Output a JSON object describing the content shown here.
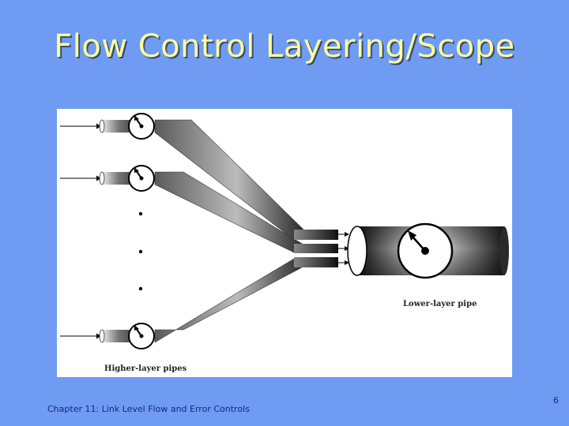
{
  "slide": {
    "title": "Flow Control Layering/Scope",
    "footer": "Chapter 11: Link Level Flow and Error Controls",
    "page_number": "6"
  },
  "diagram": {
    "lower_label": "Lower-layer pipe",
    "higher_label": "Higher-layer pipes"
  }
}
